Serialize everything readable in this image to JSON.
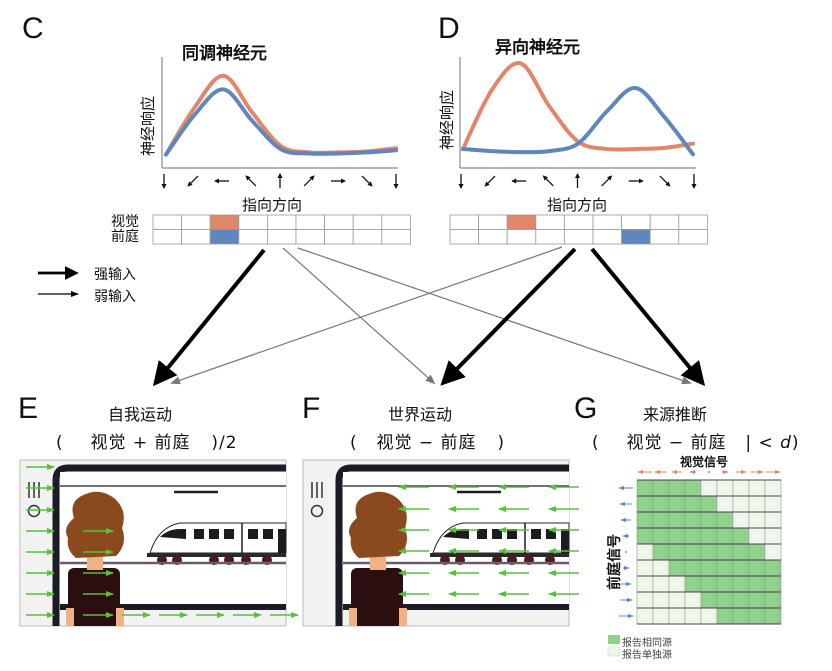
{
  "panels": {
    "C": {
      "letter": "C",
      "title": "同调神经元",
      "ylabel": "神经响应",
      "xlabel": "指向方向",
      "row_labels": [
        "视觉",
        "前庭"
      ],
      "direction_arrows": [
        "down",
        "down-left",
        "left",
        "up-left",
        "up",
        "up-right",
        "right",
        "down-right",
        "down"
      ],
      "visual_preferred_index": 2,
      "vestibular_preferred_index": 2
    },
    "D": {
      "letter": "D",
      "title": "异向神经元",
      "ylabel": "神经响应",
      "xlabel": "指向方向",
      "direction_arrows": [
        "down",
        "down-left",
        "left",
        "up-left",
        "up",
        "up-right",
        "right",
        "down-right",
        "down"
      ],
      "visual_preferred_index": 2,
      "vestibular_preferred_index": 6
    },
    "E": {
      "letter": "E",
      "title": "自我运动",
      "formula": {
        "open": "(",
        "a": "视觉",
        "op": "+",
        "b": "前庭",
        "close": ")/2"
      },
      "flow_direction": "right"
    },
    "F": {
      "letter": "F",
      "title": "世界运动",
      "formula": {
        "open": "(",
        "a": "视觉",
        "op": "−",
        "b": "前庭",
        "close": ")"
      },
      "flow_direction": "left"
    },
    "G": {
      "letter": "G",
      "title": "来源推断",
      "formula": {
        "open": "(",
        "a": "视觉",
        "op": "−",
        "b": "前庭",
        "close": "| < ",
        "d": "d",
        "end": ")"
      },
      "x_axis_label": "视觉信号",
      "y_axis_label": "前庭信号",
      "legend": [
        {
          "label": "报告相同源",
          "color": "#8fd18a"
        },
        {
          "label": "报告单独源",
          "color": "#eef6ea"
        }
      ],
      "matrix": [
        [
          1,
          1,
          1,
          1,
          0,
          0,
          0,
          0,
          0
        ],
        [
          1,
          1,
          1,
          1,
          1,
          0,
          0,
          0,
          0
        ],
        [
          1,
          1,
          1,
          1,
          1,
          1,
          0,
          0,
          0
        ],
        [
          1,
          1,
          1,
          1,
          1,
          1,
          1,
          0,
          0
        ],
        [
          0,
          1,
          1,
          1,
          1,
          1,
          1,
          1,
          0
        ],
        [
          0,
          0,
          1,
          1,
          1,
          1,
          1,
          1,
          1
        ],
        [
          0,
          0,
          0,
          1,
          1,
          1,
          1,
          1,
          1
        ],
        [
          0,
          0,
          0,
          0,
          1,
          1,
          1,
          1,
          1
        ],
        [
          0,
          0,
          0,
          0,
          0,
          1,
          1,
          1,
          1
        ]
      ]
    }
  },
  "legend": {
    "strong": "强输入",
    "weak": "弱输入"
  },
  "connections": [
    {
      "from": "C",
      "to": "E",
      "strength": "strong"
    },
    {
      "from": "C",
      "to": "F",
      "strength": "weak"
    },
    {
      "from": "C",
      "to": "G",
      "strength": "weak"
    },
    {
      "from": "D",
      "to": "E",
      "strength": "weak"
    },
    {
      "from": "D",
      "to": "F",
      "strength": "strong"
    },
    {
      "from": "D",
      "to": "G",
      "strength": "strong"
    }
  ],
  "colors": {
    "visual": "#e0866a",
    "vestibular": "#5f86bd",
    "flow_arrow": "#55c23a",
    "same_source": "#8fd18a",
    "separate_source": "#eef6ea"
  },
  "chart_data": [
    {
      "type": "line",
      "title": "同调神经元",
      "xlabel": "指向方向",
      "ylabel": "神经响应",
      "x": [
        0,
        1,
        2,
        3,
        4,
        5,
        6,
        7,
        8
      ],
      "series": [
        {
          "name": "视觉",
          "values": [
            0.1,
            0.55,
            0.85,
            0.5,
            0.18,
            0.12,
            0.12,
            0.13,
            0.16
          ]
        },
        {
          "name": "前庭",
          "values": [
            0.1,
            0.48,
            0.72,
            0.42,
            0.15,
            0.11,
            0.11,
            0.12,
            0.14
          ]
        }
      ],
      "ylim": [
        0,
        1
      ]
    },
    {
      "type": "line",
      "title": "异向神经元",
      "xlabel": "指向方向",
      "ylabel": "神经响应",
      "x": [
        0,
        1,
        2,
        3,
        4,
        5,
        6,
        7,
        8
      ],
      "series": [
        {
          "name": "视觉",
          "values": [
            0.15,
            0.7,
            0.95,
            0.55,
            0.22,
            0.15,
            0.15,
            0.16,
            0.2
          ]
        },
        {
          "name": "前庭",
          "values": [
            0.15,
            0.13,
            0.12,
            0.13,
            0.2,
            0.5,
            0.72,
            0.45,
            0.1
          ]
        }
      ],
      "ylim": [
        0,
        1
      ]
    }
  ]
}
